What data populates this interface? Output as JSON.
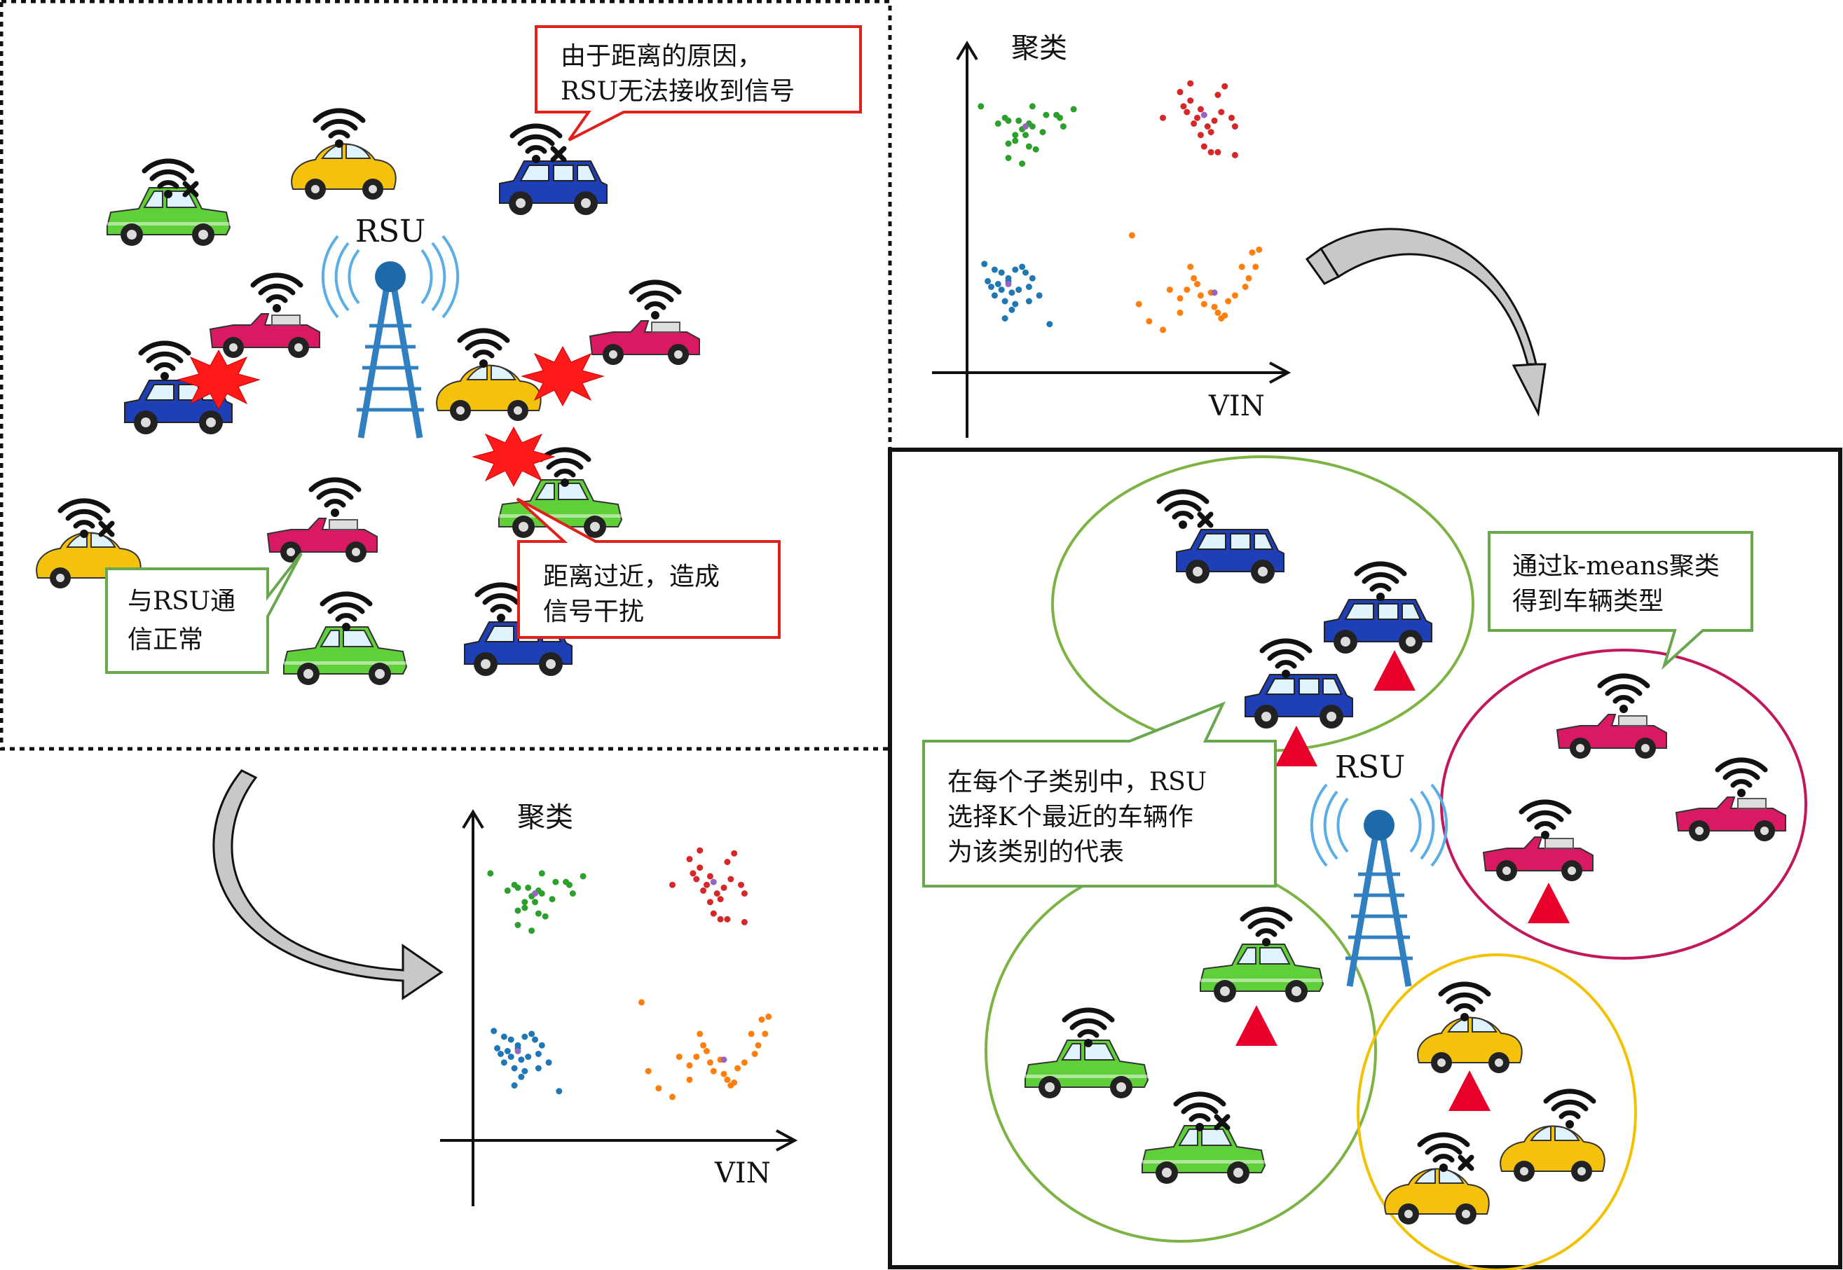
{
  "rsu_label": "RSU",
  "callouts": {
    "distance": [
      "由于距离的原因，",
      "RSU无法接收到信号"
    ],
    "normal": [
      "与RSU通",
      "信正常"
    ],
    "interference": [
      "距离过近，造成",
      "信号干扰"
    ],
    "kmeans": [
      "通过k-means聚类",
      "得到车辆类型"
    ],
    "select": [
      "在每个子类别中，RSU",
      "选择K个最近的车辆作",
      "为该类别的代表"
    ]
  },
  "icon_names": [
    "wifi-icon",
    "wifi-off-icon",
    "car-icon",
    "convertible-icon",
    "suv-icon",
    "collision-burst-icon",
    "rsu-tower-icon",
    "representative-triangle-icon",
    "curved-arrow-icon"
  ],
  "colors": {
    "green_car": "#5fd03a",
    "yellow_car": "#f4c20d",
    "blue_car": "#1f3fb6",
    "pink_car": "#d91a63",
    "callout_red": "#e0201a",
    "callout_green": "#6aa84f",
    "circle_green": "#7cb342",
    "circle_pink": "#c2185b",
    "circle_yellow": "#f2c200",
    "triangle_red": "#e8002a",
    "tower_blue": "#2f7fc1"
  },
  "chart_data": [
    {
      "type": "scatter",
      "title": "聚类",
      "xlabel": "VIN",
      "ylabel": "聚类",
      "grid": false,
      "series": [
        {
          "color": "#2ca02c",
          "points": [
            [
              0.2,
              9.0
            ],
            [
              0.7,
              8.4
            ],
            [
              0.9,
              8.6
            ],
            [
              1.0,
              8.5
            ],
            [
              1.3,
              8.5
            ],
            [
              1.5,
              8.0
            ],
            [
              1.4,
              8.2
            ],
            [
              1.6,
              8.4
            ],
            [
              1.7,
              8.3
            ],
            [
              2.0,
              8.1
            ],
            [
              1.2,
              7.8
            ],
            [
              1.8,
              7.5
            ],
            [
              2.1,
              8.7
            ],
            [
              2.4,
              8.7
            ],
            [
              2.5,
              8.6
            ],
            [
              1.6,
              7.6
            ],
            [
              1.2,
              8.0
            ],
            [
              2.9,
              8.9
            ],
            [
              2.6,
              8.3
            ],
            [
              1.0,
              7.7
            ],
            [
              1.7,
              9.0
            ],
            [
              1.0,
              7.2
            ],
            [
              1.4,
              7.0
            ]
          ]
        },
        {
          "color": "#d62728",
          "points": [
            [
              5.5,
              8.6
            ],
            [
              6.0,
              9.5
            ],
            [
              6.3,
              9.2
            ],
            [
              6.1,
              9.0
            ],
            [
              6.6,
              8.9
            ],
            [
              6.5,
              8.6
            ],
            [
              6.4,
              8.4
            ],
            [
              6.8,
              8.3
            ],
            [
              6.6,
              8.0
            ],
            [
              6.9,
              8.1
            ],
            [
              7.2,
              8.8
            ],
            [
              7.5,
              8.6
            ],
            [
              7.1,
              9.4
            ],
            [
              7.3,
              9.7
            ],
            [
              7.6,
              8.3
            ],
            [
              6.7,
              7.6
            ],
            [
              6.9,
              7.4
            ],
            [
              7.1,
              7.4
            ],
            [
              6.3,
              9.8
            ],
            [
              7.0,
              8.5
            ],
            [
              7.6,
              7.3
            ],
            [
              6.2,
              8.8
            ]
          ]
        },
        {
          "color": "#1f77b4",
          "points": [
            [
              0.3,
              3.5
            ],
            [
              0.6,
              3.3
            ],
            [
              0.8,
              3.2
            ],
            [
              1.0,
              3.0
            ],
            [
              1.2,
              3.3
            ],
            [
              1.4,
              3.4
            ],
            [
              0.5,
              2.7
            ],
            [
              0.8,
              2.6
            ],
            [
              1.1,
              2.5
            ],
            [
              1.3,
              2.6
            ],
            [
              1.6,
              2.7
            ],
            [
              0.6,
              2.4
            ],
            [
              0.9,
              2.2
            ],
            [
              1.5,
              3.2
            ],
            [
              1.7,
              3.0
            ],
            [
              1.9,
              2.4
            ],
            [
              1.0,
              2.9
            ],
            [
              0.7,
              2.8
            ],
            [
              0.4,
              2.9
            ],
            [
              1.2,
              2.1
            ],
            [
              1.6,
              2.2
            ],
            [
              1.1,
              1.9
            ],
            [
              0.9,
              1.6
            ],
            [
              2.2,
              1.4
            ]
          ]
        },
        {
          "color": "#ff7f0e",
          "points": [
            [
              4.6,
              4.5
            ],
            [
              4.8,
              2.1
            ],
            [
              5.1,
              1.5
            ],
            [
              5.7,
              2.6
            ],
            [
              6.0,
              2.3
            ],
            [
              6.2,
              2.6
            ],
            [
              6.4,
              3.0
            ],
            [
              6.3,
              3.4
            ],
            [
              6.5,
              2.8
            ],
            [
              6.6,
              2.4
            ],
            [
              6.7,
              2.1
            ],
            [
              6.9,
              2.5
            ],
            [
              7.0,
              2.0
            ],
            [
              7.1,
              1.8
            ],
            [
              7.2,
              1.6
            ],
            [
              7.3,
              1.7
            ],
            [
              7.4,
              2.2
            ],
            [
              7.6,
              2.4
            ],
            [
              7.8,
              3.4
            ],
            [
              8.1,
              3.9
            ],
            [
              8.3,
              4.0
            ],
            [
              8.2,
              3.4
            ],
            [
              8.0,
              3.0
            ],
            [
              7.9,
              2.7
            ],
            [
              5.5,
              1.2
            ],
            [
              6.0,
              1.8
            ]
          ]
        },
        {
          "color": "#9467bd",
          "points": [
            [
              1.5,
              8.3
            ],
            [
              6.7,
              8.7
            ],
            [
              1.0,
              2.8
            ],
            [
              7.0,
              2.5
            ]
          ]
        }
      ],
      "xlim": [
        0,
        10
      ],
      "ylim": [
        0,
        11
      ]
    }
  ]
}
